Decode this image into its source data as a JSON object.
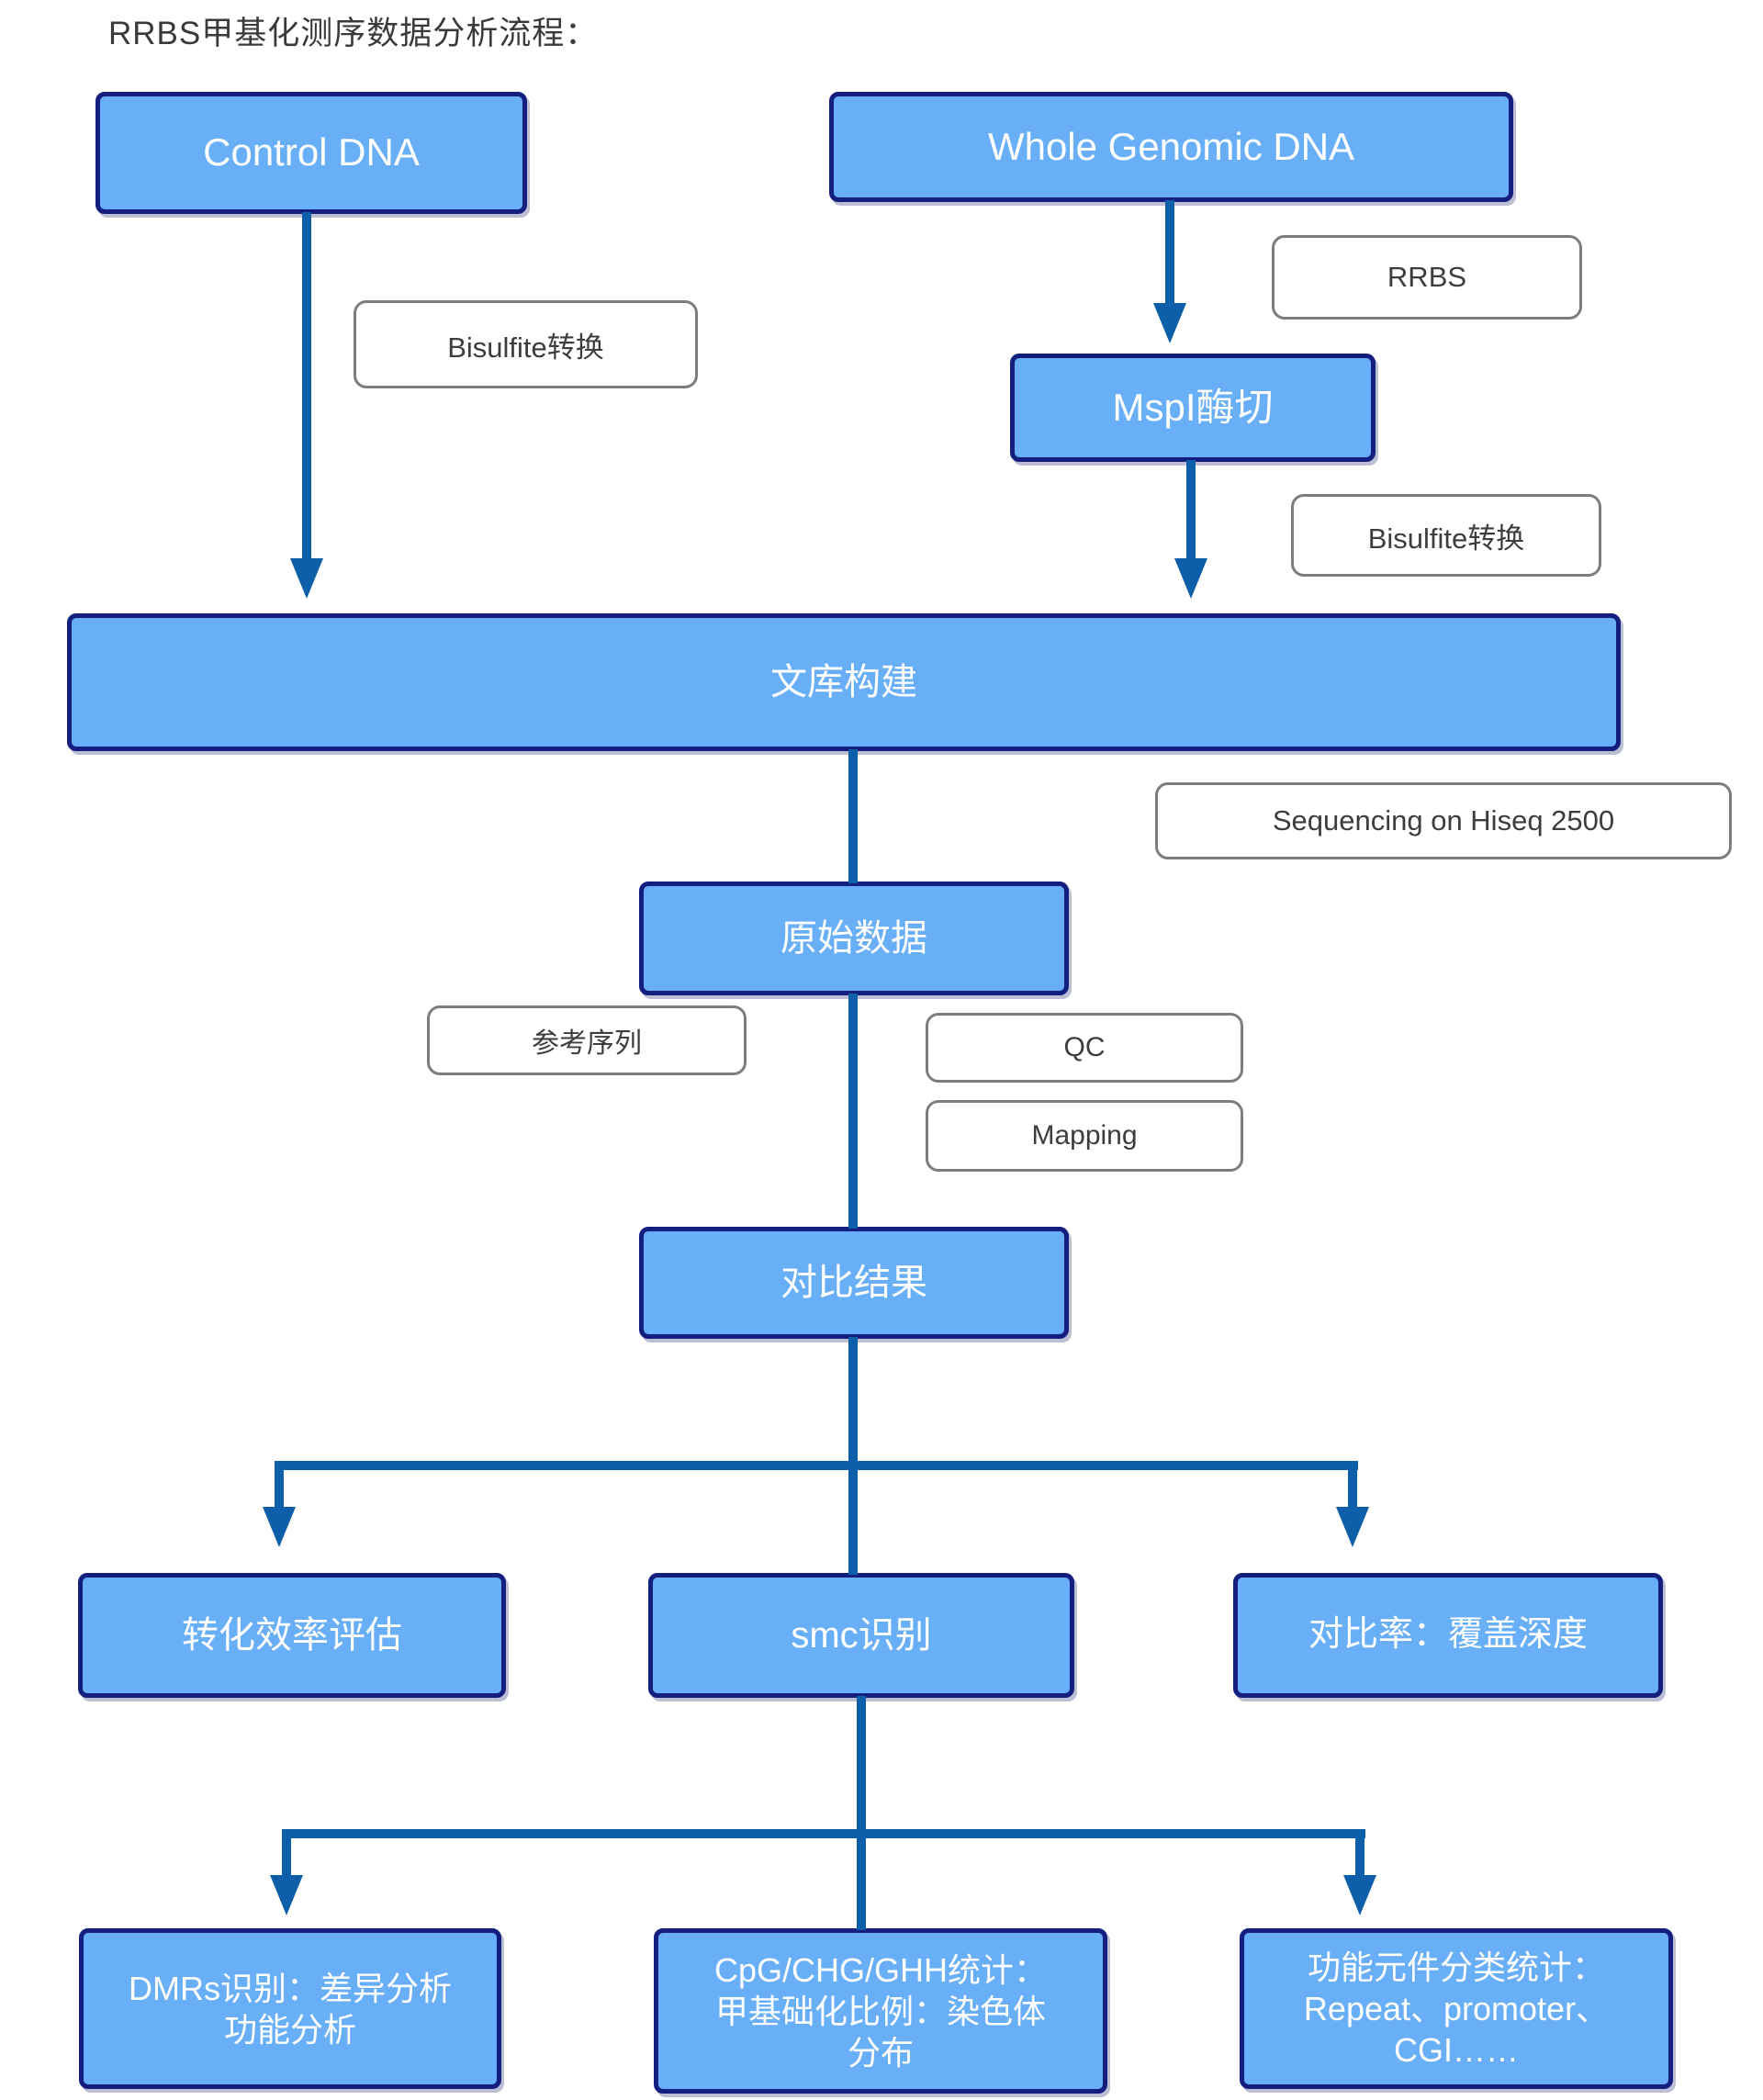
{
  "title": "RRBS甲基化测序数据分析流程：",
  "colors": {
    "node_fill": "#69aff8",
    "node_border": "#141e7e",
    "connector": "#0e5fa9",
    "label_border": "#7d7d7d",
    "label_text": "#3d3d3d",
    "title_text": "#3a3a3a",
    "node_text": "#ffffff",
    "background": "#ffffff"
  },
  "nodes": {
    "control_dna": {
      "label": "Control DNA"
    },
    "whole_genomic_dna": {
      "label": "Whole Genomic DNA"
    },
    "mspi_digestion": {
      "label": "MspI酶切"
    },
    "library_construction": {
      "label": "文库构建"
    },
    "raw_data": {
      "label": "原始数据"
    },
    "alignment_result": {
      "label": "对比结果"
    },
    "conversion_efficiency": {
      "label": "转化效率评估"
    },
    "smc_identification": {
      "label": "smc识别"
    },
    "alignment_rate_coverage": {
      "label": "对比率：覆盖深度"
    },
    "dmrs_identification": {
      "label": "DMRs识别：差异分析\n功能分析"
    },
    "cpg_statistics": {
      "label": "CpG/CHG/GHH统计：\n甲基础化比例：染色体\n分布"
    },
    "functional_elements": {
      "label": "功能元件分类统计：\nRepeat、promoter、\nCGI……"
    }
  },
  "step_labels": {
    "bisulfite_left": "Bisulfite转换",
    "rrbs": "RRBS",
    "bisulfite_right": "Bisulfite转换",
    "sequencing": "Sequencing on Hiseq 2500",
    "reference_sequence": "参考序列",
    "qc": "QC",
    "mapping": "Mapping"
  }
}
